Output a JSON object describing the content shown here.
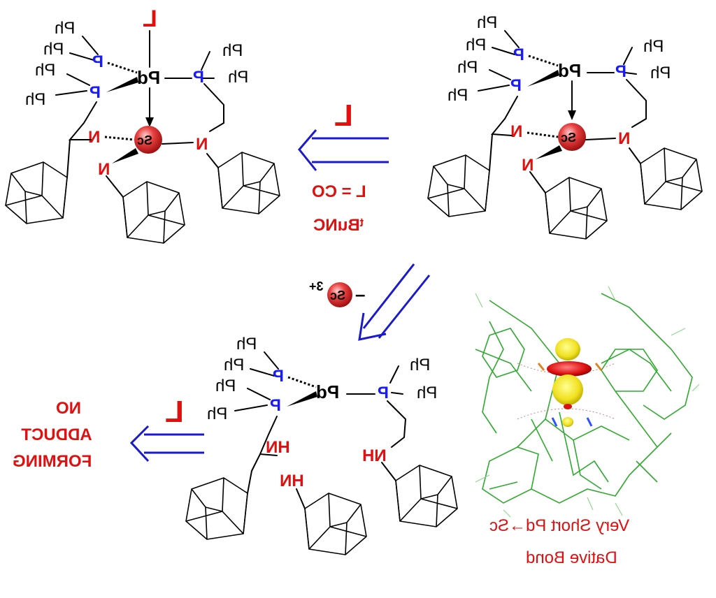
{
  "labels": {
    "ph": "Ph",
    "p": "P",
    "pd": "Pd",
    "n": "N",
    "nh": "NH",
    "hn": "HN",
    "sc": "Sc",
    "L": "L",
    "ligand_options": [
      "L = CO",
      "ᵗBuNC"
    ],
    "sc_reagent_charge": "3+",
    "sc_reagent_dash": "–",
    "no_adduct": [
      "NO",
      "ADDUCT",
      "FORMING"
    ],
    "caption": [
      "Very Short Pd→Sc",
      "Dative Bond"
    ]
  },
  "colors": {
    "phosphorus": "#1a1aff",
    "nitrogen": "#e01010",
    "scandium_sphere": "#e03030",
    "arrow": "#1a1acc",
    "orbital_red": "#dd1010",
    "orbital_yellow": "#f0e020",
    "stick_model": "#2faa2f"
  }
}
